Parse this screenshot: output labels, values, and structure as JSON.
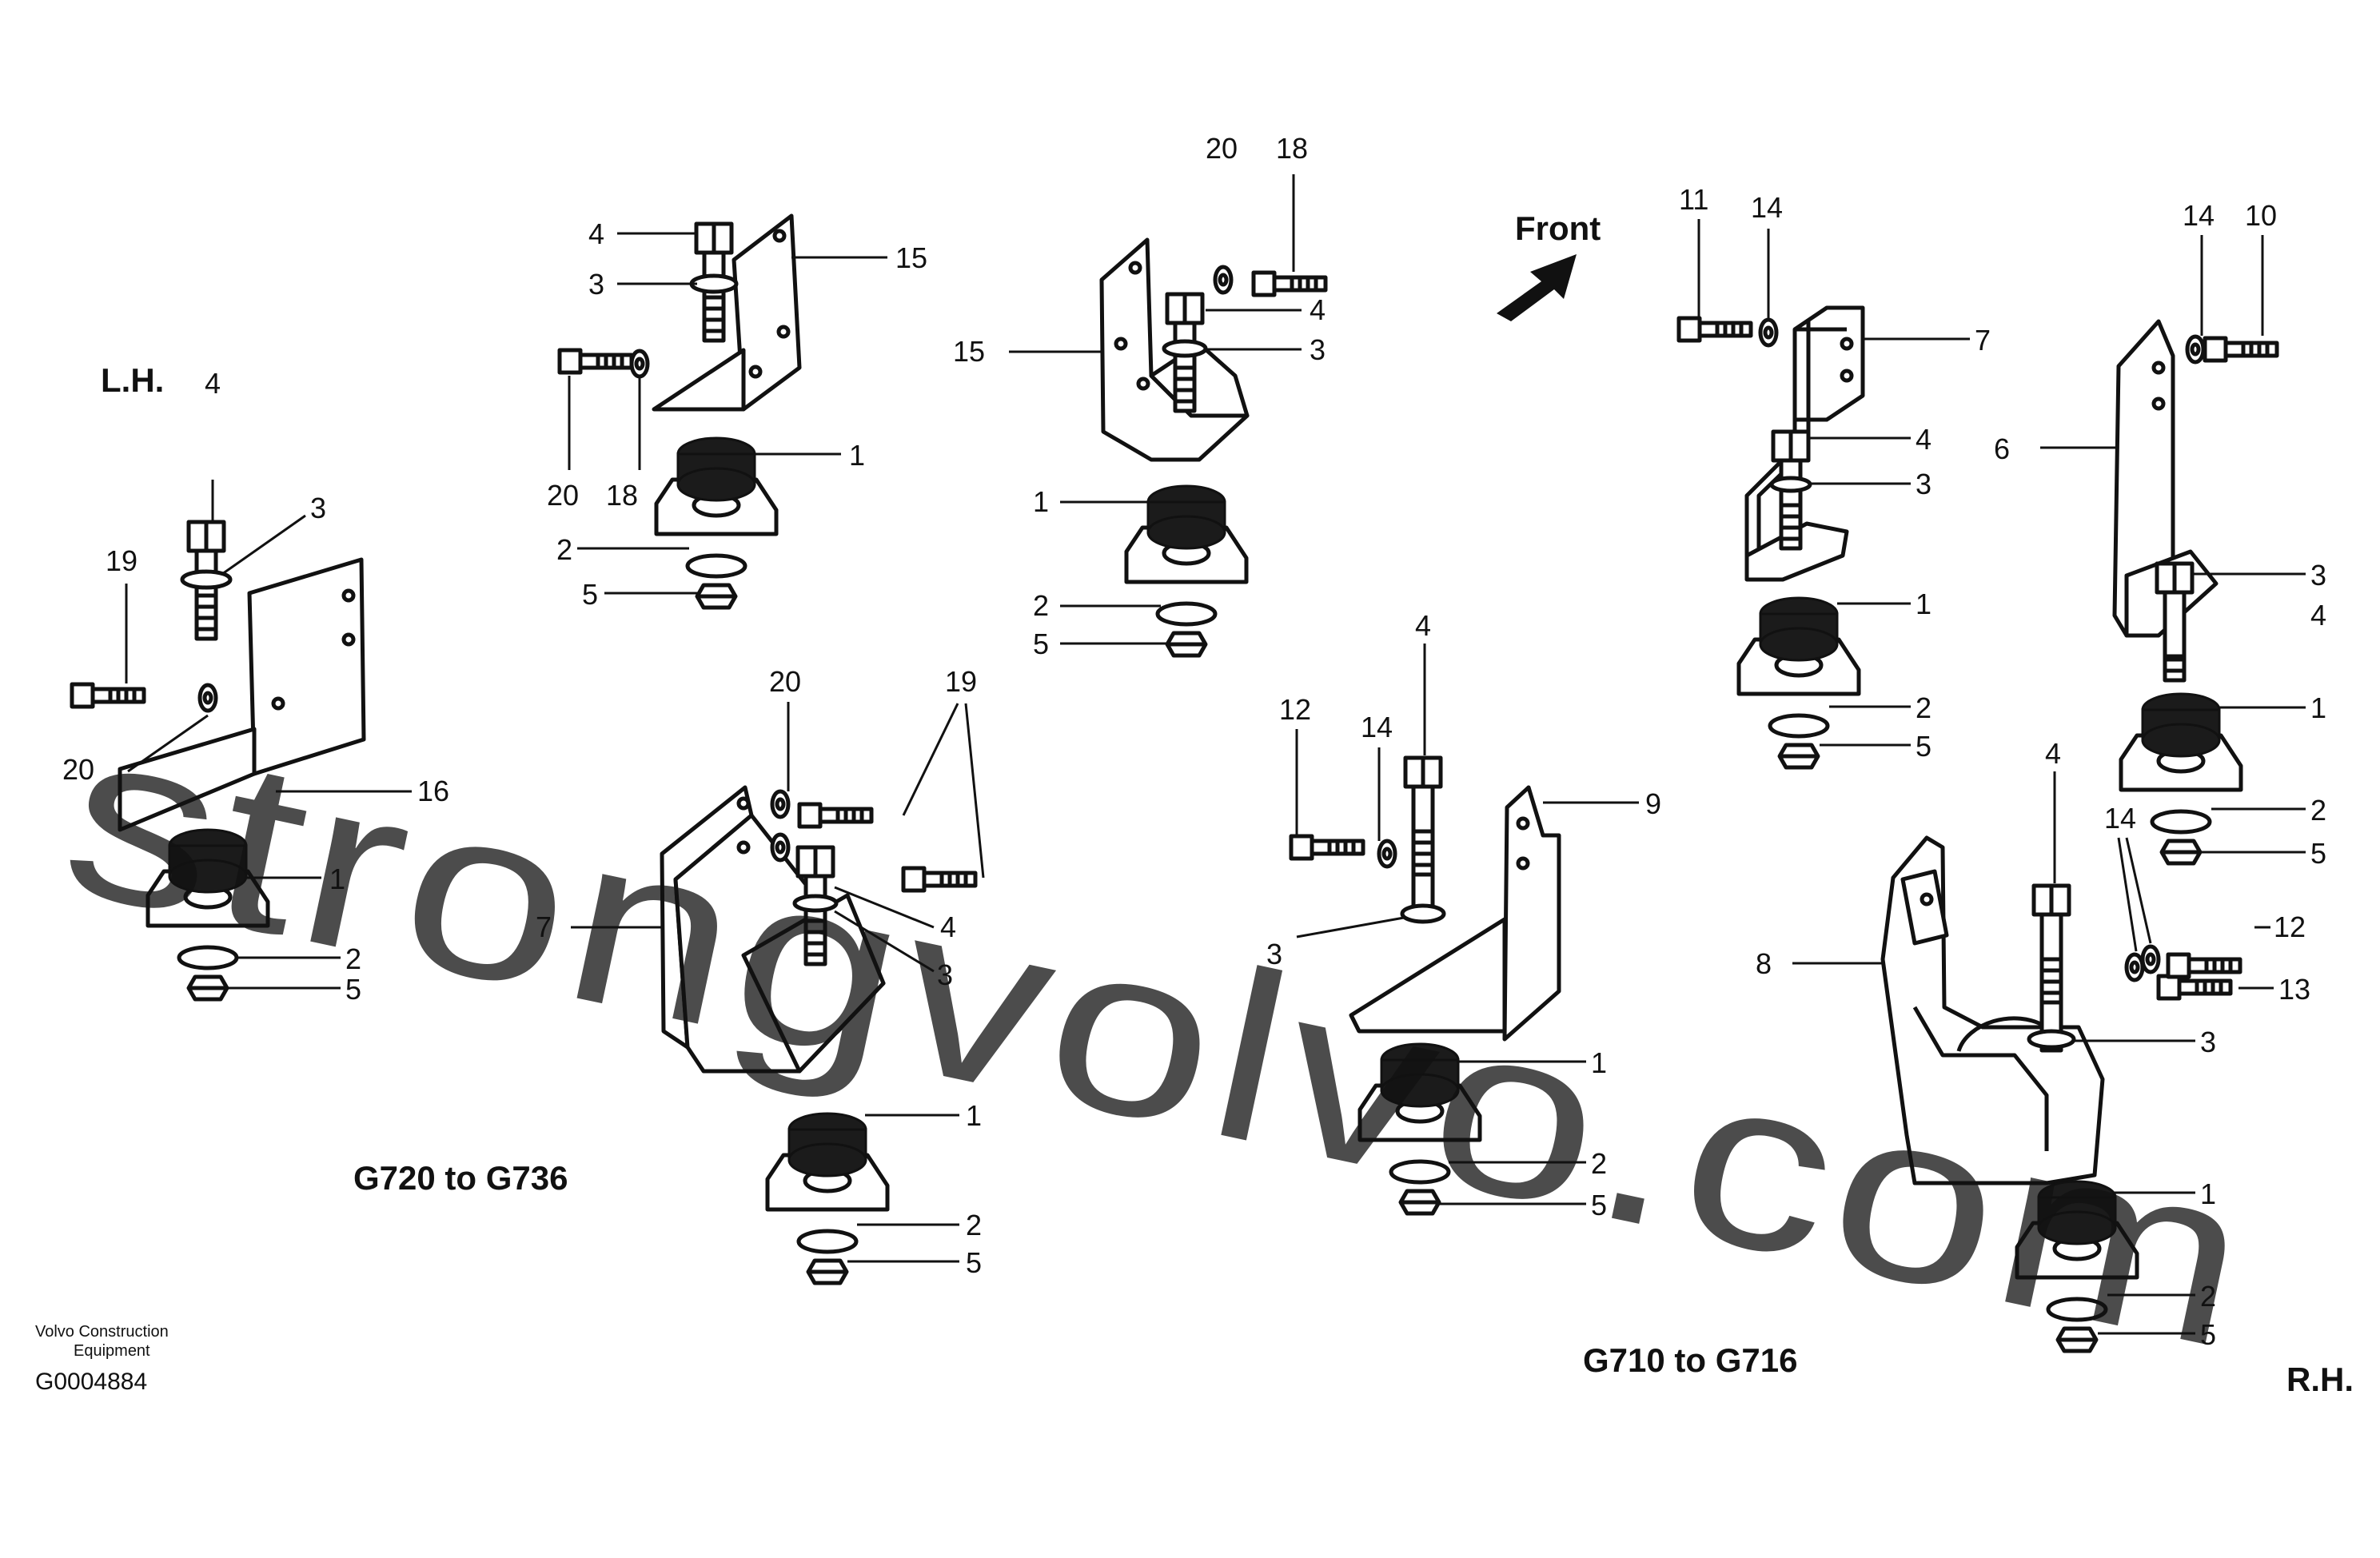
{
  "labels": {
    "lh": "L.H.",
    "rh": "R.H.",
    "front": "Front",
    "range_left": "G720 to G736",
    "range_right": "G710 to G716",
    "brand_line1": "Volvo Construction",
    "brand_line2": "Equipment",
    "drawing_code": "G0004884",
    "watermark": "strongvolvo.com"
  },
  "parts": {
    "a": {
      "n4": "4",
      "n3": "3",
      "n19": "19",
      "n20": "20",
      "n16": "16",
      "n1": "1",
      "n2": "2",
      "n5": "5"
    },
    "b": {
      "n4": "4",
      "n3": "3",
      "n15": "15",
      "n20": "20",
      "n18": "18",
      "n1": "1",
      "n2": "2",
      "n5": "5"
    },
    "c": {
      "n20": "20",
      "n18": "18",
      "n4": "4",
      "n3": "3",
      "n15": "15",
      "n1": "1",
      "n2": "2",
      "n5": "5"
    },
    "d": {
      "n20": "20",
      "n19": "19",
      "n7": "7",
      "n4": "4",
      "n3": "3",
      "n1": "1",
      "n2": "2",
      "n5": "5"
    },
    "e": {
      "n4": "4",
      "n12": "12",
      "n14": "14",
      "n9": "9",
      "n3": "3",
      "n1": "1",
      "n2": "2",
      "n5": "5"
    },
    "f": {
      "n11": "11",
      "n14": "14",
      "n7": "7",
      "n4": "4",
      "n3": "3",
      "n1": "1",
      "n2": "2",
      "n5": "5"
    },
    "g": {
      "n14": "14",
      "n10": "10",
      "n6": "6",
      "n3": "3",
      "n4": "4",
      "n1": "1",
      "n2": "2",
      "n5": "5"
    },
    "h": {
      "n4": "4",
      "n14": "14",
      "n12": "12",
      "n13": "13",
      "n8": "8",
      "n3": "3",
      "n1": "1",
      "n2": "2",
      "n5": "5"
    }
  }
}
